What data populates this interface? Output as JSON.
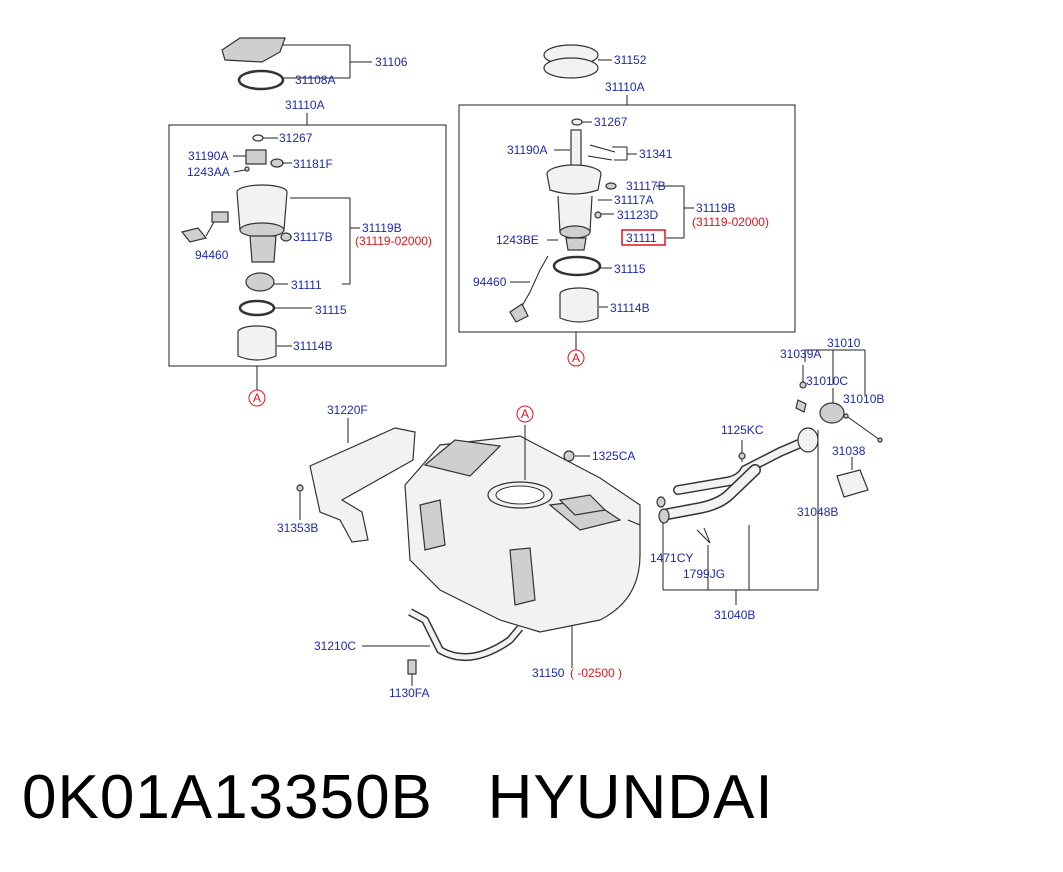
{
  "colors": {
    "label": "#1e2aa8",
    "highlight": "#e0141e",
    "lines": "#222222"
  },
  "footer": {
    "part_number": "0K01A13350B",
    "brand": "HYUNDAI"
  },
  "labels": {
    "l31106": "31106",
    "l31108A": "31108A",
    "l31110A_left": "31110A",
    "l31267_left": "31267",
    "l31190A_left": "31190A",
    "l31181F": "31181F",
    "l1243AA": "1243AA",
    "l31119B_left": "31119B",
    "l31119_02000_left": "(31119-02000)",
    "l31117B_left": "31117B",
    "l94460_left": "94460",
    "l31111_left": "31111",
    "l31115_left": "31115",
    "l31114B_left": "31114B",
    "mark_A_left": "A",
    "l31152": "31152",
    "l31110A_right": "31110A",
    "l31267_right": "31267",
    "l31190A_right": "31190A",
    "l31341": "31341",
    "l31117B_right": "31117B",
    "l31117A": "31117A",
    "l31119B_right": "31119B",
    "l31123D": "31123D",
    "l31119_02000_right": "(31119-02000)",
    "l1243BE": "1243BE",
    "l31111_right": "31111",
    "l94460_right": "94460",
    "l31115_right": "31115",
    "l31114B_right": "31114B",
    "mark_A_right": "A",
    "l31010": "31010",
    "l31039A": "31039A",
    "l31010C": "31010C",
    "l31010B": "31010B",
    "l1125KC": "1125KC",
    "l31038": "31038",
    "l31048B": "31048B",
    "l31220F": "31220F",
    "mark_A_tank": "A",
    "l1325CA": "1325CA",
    "l31353B": "31353B",
    "l1471CY": "1471CY",
    "l1799JG": "1799JG",
    "l31040B": "31040B",
    "l31210C": "31210C",
    "l31150": "31150",
    "l_02500": "( -02500 )",
    "l1130FA": "1130FA"
  }
}
